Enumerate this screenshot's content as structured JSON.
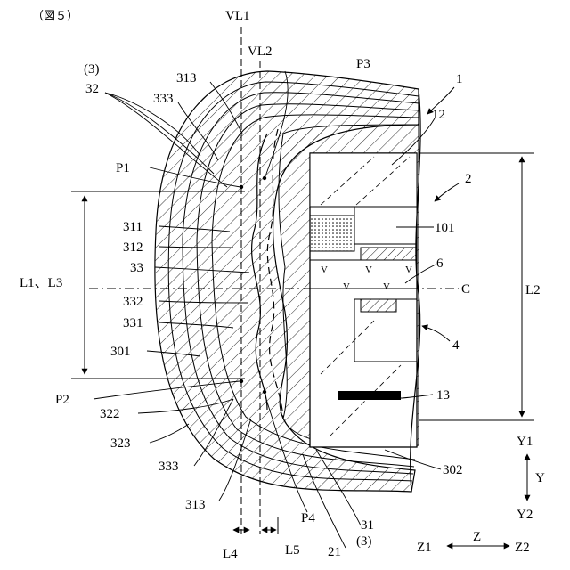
{
  "figure": {
    "caption": "（図５）"
  },
  "labels": {
    "vl1": "VL1",
    "vl2": "VL2",
    "p3": "P3",
    "n1": "1",
    "n3a": "(3)",
    "n32": "32",
    "n313a": "313",
    "n12": "12",
    "n333a": "333",
    "p1": "P1",
    "n2": "2",
    "n311": "311",
    "n101": "101",
    "n312": "312",
    "n6": "6",
    "n33": "33",
    "l1l3": "L1、L3",
    "c": "C",
    "l2": "L2",
    "n332": "332",
    "n331": "331",
    "n4": "4",
    "n301": "301",
    "n13": "13",
    "p2": "P2",
    "n322": "322",
    "n323": "323",
    "y1": "Y1",
    "y": "Y",
    "y2": "Y2",
    "n302": "302",
    "n333b": "333",
    "n313b": "313",
    "p4": "P4",
    "n31": "31",
    "n3b": "(3)",
    "l4": "L4",
    "l5": "L5",
    "n21": "21",
    "z1": "Z1",
    "z": "Z",
    "z2": "Z2"
  }
}
